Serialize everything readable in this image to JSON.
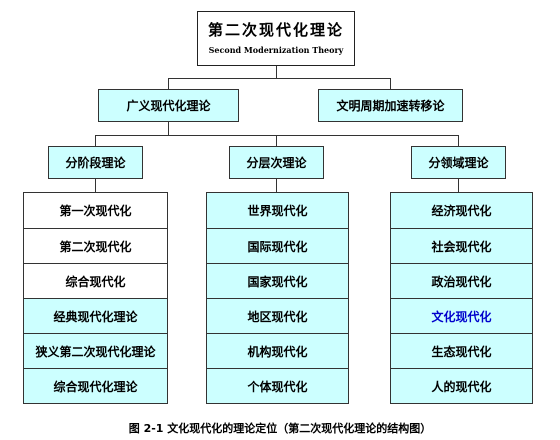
{
  "root": {
    "title": "第二次现代化理论",
    "subtitle": "Second Modernization Theory"
  },
  "level1": [
    {
      "label": "广义现代化理论"
    },
    {
      "label": "文明周期加速转移论"
    }
  ],
  "level2": [
    {
      "label": "分阶段理论"
    },
    {
      "label": "分层次理论"
    },
    {
      "label": "分领域理论"
    }
  ],
  "columns": [
    {
      "items": [
        {
          "label": "第一次现代化",
          "fill": "white"
        },
        {
          "label": "第二次现代化",
          "fill": "white"
        },
        {
          "label": "综合现代化",
          "fill": "white"
        },
        {
          "label": "经典现代化理论",
          "fill": "cyan"
        },
        {
          "label": "狭义第二次现代化理论",
          "fill": "cyan"
        },
        {
          "label": "综合现代化理论",
          "fill": "cyan"
        }
      ]
    },
    {
      "items": [
        {
          "label": "世界现代化",
          "fill": "cyan"
        },
        {
          "label": "国际现代化",
          "fill": "cyan"
        },
        {
          "label": "国家现代化",
          "fill": "cyan"
        },
        {
          "label": "地区现代化",
          "fill": "cyan"
        },
        {
          "label": "机构现代化",
          "fill": "cyan"
        },
        {
          "label": "个体现代化",
          "fill": "cyan"
        }
      ]
    },
    {
      "items": [
        {
          "label": "经济现代化",
          "fill": "cyan"
        },
        {
          "label": "社会现代化",
          "fill": "cyan"
        },
        {
          "label": "政治现代化",
          "fill": "cyan"
        },
        {
          "label": "文化现代化",
          "fill": "cyan",
          "text_color": "#0000cc"
        },
        {
          "label": "生态现代化",
          "fill": "cyan"
        },
        {
          "label": "人的现代化",
          "fill": "cyan"
        }
      ]
    }
  ],
  "caption": "图 2-1   文化现代化的理论定位（第二次现代化理论的结构图）",
  "colors": {
    "cyan_fill": "#ccffff",
    "white_fill": "#ffffff",
    "border": "#333333",
    "highlight_text": "#0000cc"
  }
}
